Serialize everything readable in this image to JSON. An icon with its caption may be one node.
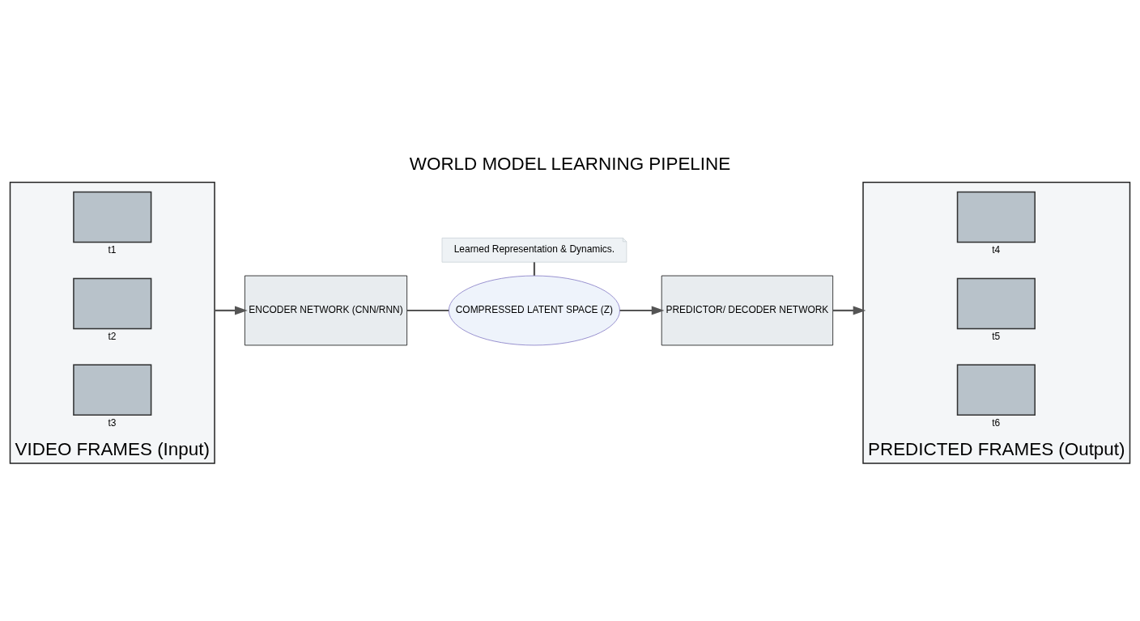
{
  "diagram": {
    "title": "WORLD MODEL LEARNING PIPELINE",
    "nodes": [
      {
        "text": [
          "VIDEO FRAMES (Input)"
        ]
      },
      {
        "text": [],
        "shape": "box",
        "beside": [
          "t1"
        ],
        "in": 0
      },
      {
        "text": [],
        "shape": "box",
        "beside": [
          "t2"
        ],
        "in": 0
      },
      {
        "text": [],
        "shape": "box",
        "beside": [
          "t3"
        ],
        "in": 0
      },
      {
        "text": [
          "ENCODER NETWORK (CNN/RNN)"
        ]
      },
      {
        "text": [
          "COMPRESSED LATENT SPACE (Z)"
        ]
      },
      {
        "text": [
          "Learned Representation & Dynamics."
        ]
      },
      {
        "text": [
          "PREDICTOR/ DECODER NETWORK"
        ]
      },
      {
        "text": [
          "PREDICTED FRAMES (Output)"
        ]
      },
      {
        "text": [],
        "shape": "box",
        "beside": [
          "t4"
        ],
        "in": 8
      },
      {
        "text": [],
        "shape": "box",
        "beside": [
          "t5"
        ],
        "in": 8
      },
      {
        "text": [],
        "shape": "box",
        "beside": [
          "t6"
        ],
        "in": 8
      }
    ],
    "edges": [
      {
        "from": 0,
        "to": 4,
        "arrow": "to"
      },
      {
        "from": 4,
        "to": 5,
        "arrow": "none"
      },
      {
        "from": 6,
        "to": 5,
        "arrow": "none"
      },
      {
        "from": 5,
        "to": 7,
        "arrow": "to"
      },
      {
        "from": 7,
        "to": 8,
        "arrow": "to"
      }
    ]
  }
}
